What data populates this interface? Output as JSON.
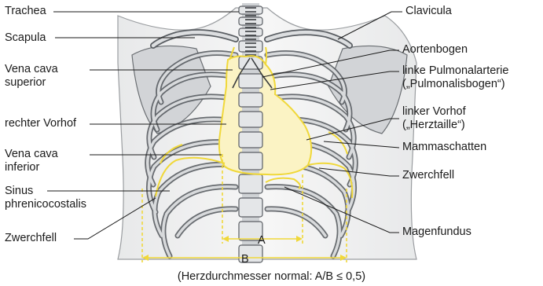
{
  "labels_left": [
    {
      "id": "trachea",
      "text": "Trachea"
    },
    {
      "id": "scapula",
      "text": "Scapula"
    },
    {
      "id": "vena-cava-superior",
      "lines": [
        "Vena cava",
        "superior"
      ]
    },
    {
      "id": "rechter-vorhof",
      "text": "rechter Vorhof"
    },
    {
      "id": "vena-cava-inferior",
      "lines": [
        "Vena cava",
        "inferior"
      ]
    },
    {
      "id": "sinus-phrenicocostalis",
      "lines": [
        "Sinus",
        "phrenicocostalis"
      ]
    },
    {
      "id": "zwerchfell-left",
      "text": "Zwerchfell"
    }
  ],
  "labels_right": [
    {
      "id": "clavicula",
      "text": "Clavicula"
    },
    {
      "id": "aortenbogen",
      "text": "Aortenbogen"
    },
    {
      "id": "linke-pulmonalarterie",
      "lines": [
        "linke Pulmonalarterie",
        "(„Pulmonalisbogen“)"
      ]
    },
    {
      "id": "linker-vorhof",
      "lines": [
        "linker Vorhof",
        "(„Herztaille“)"
      ]
    },
    {
      "id": "mammaschatten",
      "text": "Mammaschatten"
    },
    {
      "id": "zwerchfell-right",
      "text": "Zwerchfell"
    },
    {
      "id": "magenfundus",
      "text": "Magenfundus"
    }
  ],
  "dimensions": {
    "a": "A",
    "b": "B"
  },
  "caption": "(Herzdurchmesser normal: A/B ≤ 0,5)",
  "colors": {
    "heart_fill": "#fbf3c4",
    "outline_yellow": "#f0d83a",
    "bone_fill": "#d6d8db",
    "bone_stroke": "#5a5e63",
    "line": "#1a1a1a"
  }
}
